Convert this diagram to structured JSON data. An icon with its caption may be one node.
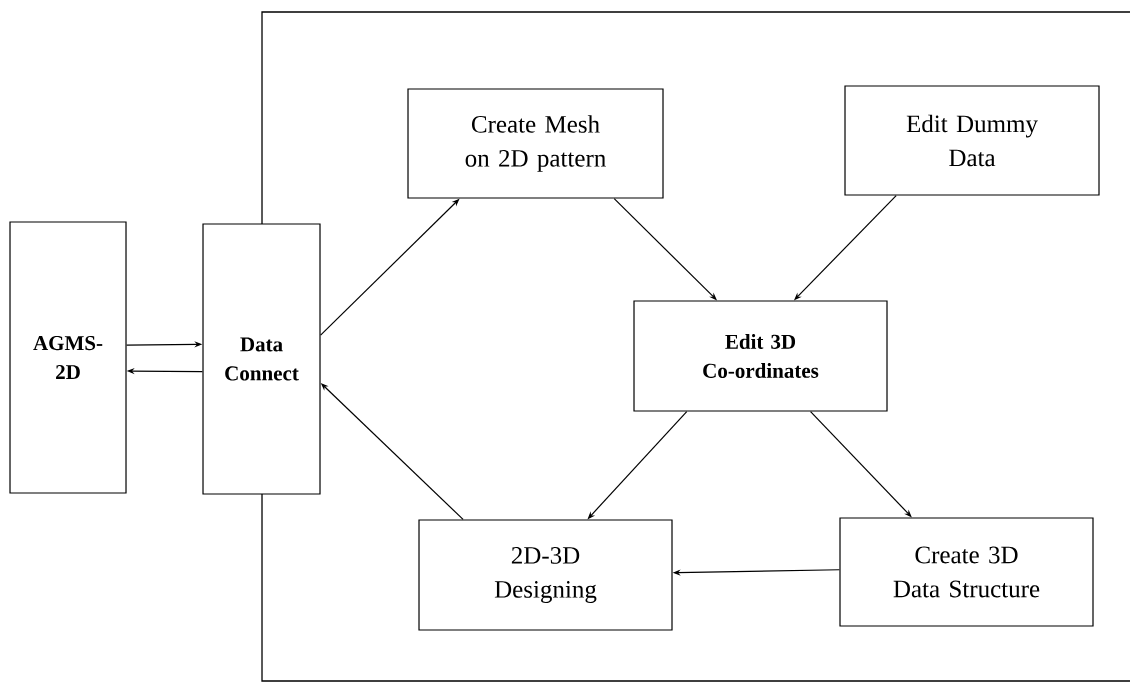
{
  "diagram": {
    "nodes": [
      {
        "text": [
          "AGMS- 2D"
        ]
      },
      {
        "text": [
          "Data Connect"
        ]
      },
      {
        "text": [
          "Create Mesh on 2D pattern"
        ]
      },
      {
        "text": [
          "Edit Dummy Data"
        ]
      },
      {
        "text": [
          "Edit 3D Co-ordinates"
        ]
      },
      {
        "text": [
          "2D-3D Designing"
        ]
      },
      {
        "text": [
          "Create 3D Data Structure"
        ]
      }
    ],
    "edges": [
      {
        "from": 0,
        "to": 1,
        "arrow": "to"
      },
      {
        "from": 1,
        "to": 0,
        "arrow": "to"
      },
      {
        "from": 1,
        "to": 2,
        "arrow": "to"
      },
      {
        "from": 2,
        "to": 4,
        "arrow": "to"
      },
      {
        "from": 3,
        "to": 4,
        "arrow": "to"
      },
      {
        "from": 4,
        "to": 5,
        "arrow": "to"
      },
      {
        "from": 4,
        "to": 6,
        "arrow": "to"
      },
      {
        "from": 6,
        "to": 5,
        "arrow": "to"
      },
      {
        "from": 5,
        "to": 1,
        "arrow": "to"
      }
    ]
  }
}
